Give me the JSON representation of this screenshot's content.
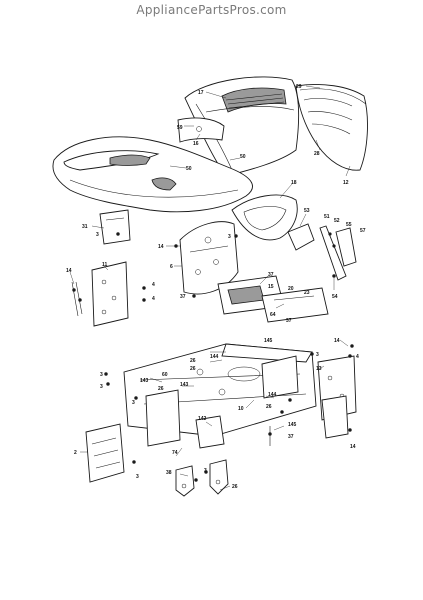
{
  "header": {
    "site": "AppliancePartsPros.com"
  },
  "callouts": {
    "c17": "17",
    "c29": "29",
    "c59": "59",
    "c16": "16",
    "c28": "28",
    "c50a": "50",
    "c50b": "50",
    "c12": "12",
    "c31": "31",
    "c3a": "3",
    "c18": "18",
    "c53": "53",
    "c51": "51",
    "c52": "52",
    "c55": "55",
    "c57": "57",
    "c14a": "14",
    "c3b": "3",
    "c6": "6",
    "c14b": "14",
    "c11": "11",
    "c4a": "4",
    "c4b": "4",
    "c37a": "37",
    "c37b": "37",
    "c15": "15",
    "c20": "20",
    "c23": "23",
    "c64": "64",
    "c37c": "37",
    "c54": "54",
    "c14c": "14",
    "c4c": "4",
    "c145a": "145",
    "c3c": "3",
    "c26a": "26",
    "c144a": "144",
    "c26b": "26",
    "c13": "13",
    "c3d": "3",
    "c3e": "3",
    "c60": "60",
    "c143a": "143",
    "c143b": "143",
    "c26c": "26",
    "c3f": "3",
    "c10": "10",
    "c144b": "144",
    "c26d": "26",
    "c142": "142",
    "c145b": "145",
    "c37d": "37",
    "c2": "2",
    "c74": "74",
    "c14d": "14",
    "c3g": "3",
    "c38": "38",
    "c26e": "26",
    "c3h": "3"
  }
}
